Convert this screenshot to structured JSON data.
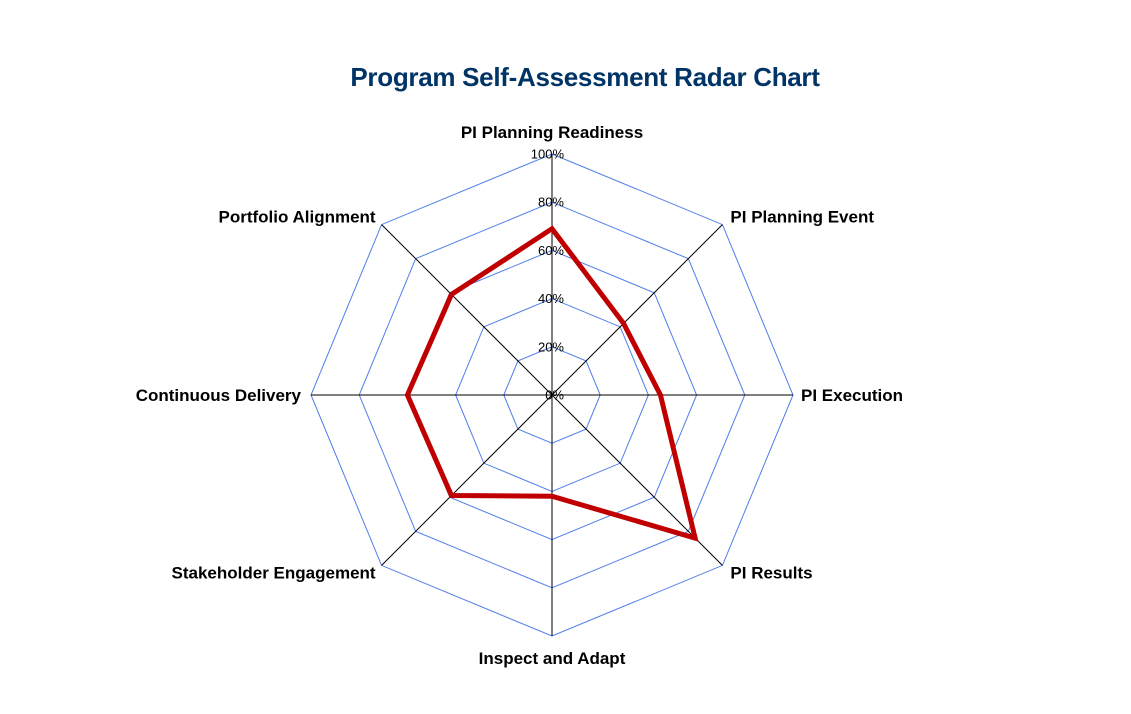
{
  "chart_data": {
    "type": "radar",
    "title": "Program Self-Assessment Radar Chart",
    "categories": [
      "PI Planning Readiness",
      "PI Planning Event",
      "PI Execution",
      "PI Results",
      "Inspect and Adapt",
      "Stakeholder Engagement",
      "Continuous Delivery",
      "Portfolio Alignment"
    ],
    "series": [
      {
        "values": [
          0.69,
          0.42,
          0.45,
          0.84,
          0.42,
          0.59,
          0.6,
          0.59
        ],
        "color": "#C00000"
      }
    ],
    "ticks": [
      0,
      0.2,
      0.4,
      0.6,
      0.8,
      1.0
    ],
    "tick_labels": [
      "0%",
      "20%",
      "40%",
      "60%",
      "80%",
      "100%"
    ],
    "rlim": [
      0,
      1
    ],
    "grid": true,
    "grid_color": "#4F7FE8",
    "spoke_color": "#000000",
    "legend": "none"
  }
}
